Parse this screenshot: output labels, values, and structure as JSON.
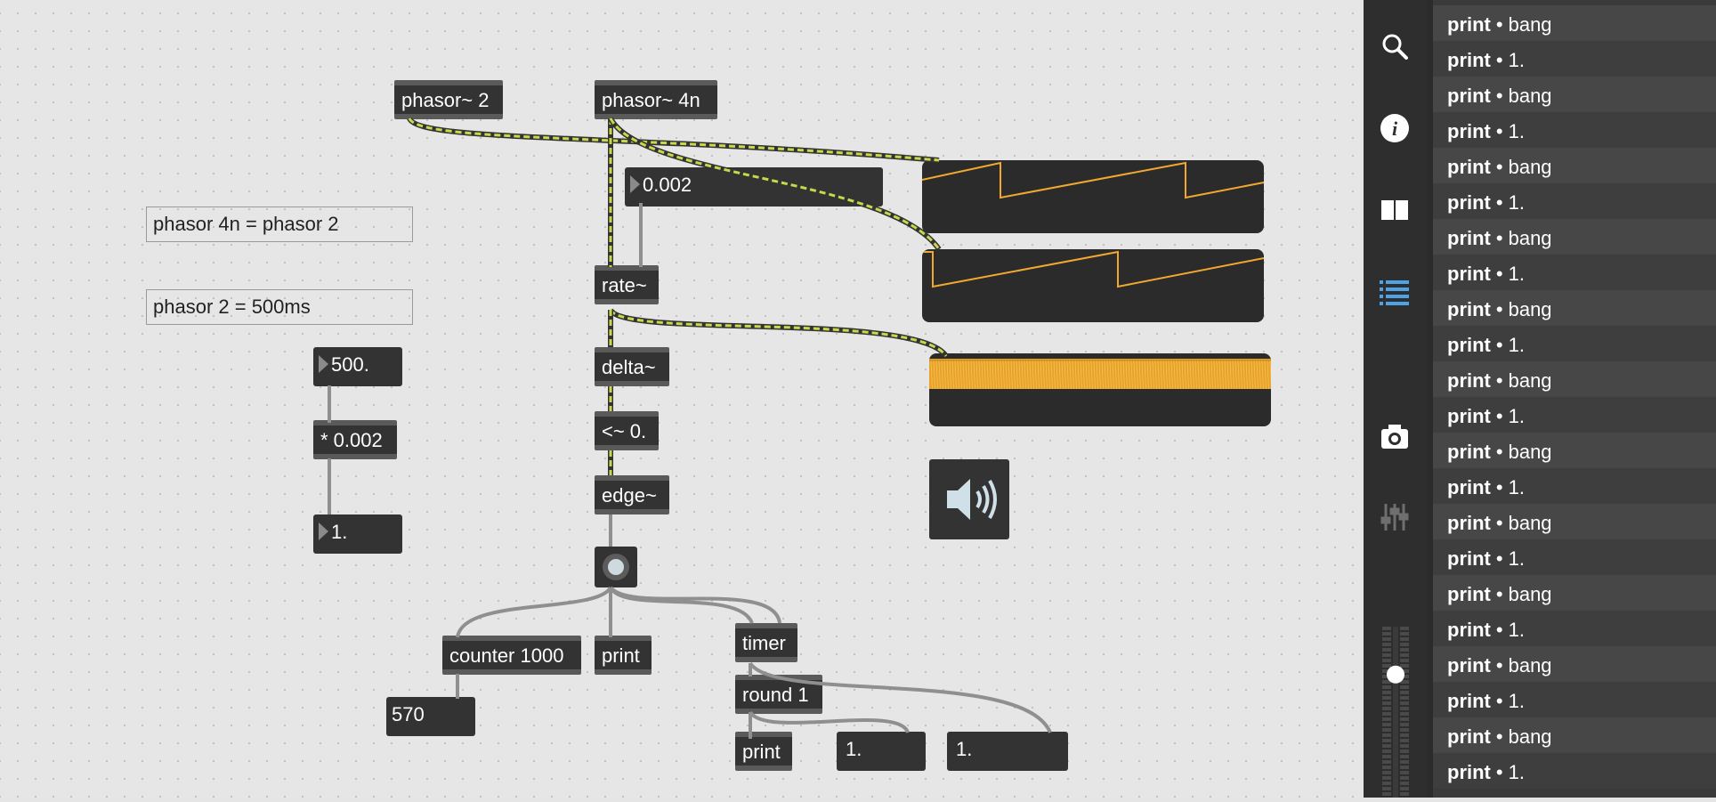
{
  "patch": {
    "objects": {
      "phasor2": "phasor~ 2",
      "phasor4n": "phasor~ 4n",
      "rate": "rate~",
      "delta": "delta~",
      "lessthan": "<~ 0.",
      "edge": "edge~",
      "counter": "counter 1000",
      "print_mid": "print",
      "timer": "timer",
      "round": "round 1",
      "print_bottom": "print",
      "mult": "* 0.002"
    },
    "comments": {
      "c1": "phasor 4n = phasor 2",
      "c2": "phasor 2 = 500ms"
    },
    "numbers": {
      "rate_value": "0.002",
      "ms_value": "500.",
      "result_value": "1.",
      "counter_value": "570",
      "round_out1": "1.",
      "round_out2": "1."
    },
    "colors": {
      "scope_line": "#f0a830",
      "signal_cord": "#c8d84a",
      "object_bg": "#333333"
    }
  },
  "toolbar": {
    "icons": [
      "search-icon",
      "info-icon",
      "book-icon",
      "list-icon",
      "camera-icon",
      "mixer-icon"
    ],
    "level_slider": 0.72
  },
  "console": {
    "rows": [
      {
        "source": "print",
        "sep": "•",
        "msg": "bang"
      },
      {
        "source": "print",
        "sep": "•",
        "msg": "1."
      },
      {
        "source": "print",
        "sep": "•",
        "msg": "bang"
      },
      {
        "source": "print",
        "sep": "•",
        "msg": "1."
      },
      {
        "source": "print",
        "sep": "•",
        "msg": "bang"
      },
      {
        "source": "print",
        "sep": "•",
        "msg": "1."
      },
      {
        "source": "print",
        "sep": "•",
        "msg": "bang"
      },
      {
        "source": "print",
        "sep": "•",
        "msg": "1."
      },
      {
        "source": "print",
        "sep": "•",
        "msg": "bang"
      },
      {
        "source": "print",
        "sep": "•",
        "msg": "1."
      },
      {
        "source": "print",
        "sep": "•",
        "msg": "bang"
      },
      {
        "source": "print",
        "sep": "•",
        "msg": "1."
      },
      {
        "source": "print",
        "sep": "•",
        "msg": "bang"
      },
      {
        "source": "print",
        "sep": "•",
        "msg": "1."
      },
      {
        "source": "print",
        "sep": "•",
        "msg": "bang"
      },
      {
        "source": "print",
        "sep": "•",
        "msg": "1."
      },
      {
        "source": "print",
        "sep": "•",
        "msg": "bang"
      },
      {
        "source": "print",
        "sep": "•",
        "msg": "1."
      },
      {
        "source": "print",
        "sep": "•",
        "msg": "bang"
      },
      {
        "source": "print",
        "sep": "•",
        "msg": "1."
      },
      {
        "source": "print",
        "sep": "•",
        "msg": "bang"
      },
      {
        "source": "print",
        "sep": "•",
        "msg": "1."
      }
    ]
  }
}
